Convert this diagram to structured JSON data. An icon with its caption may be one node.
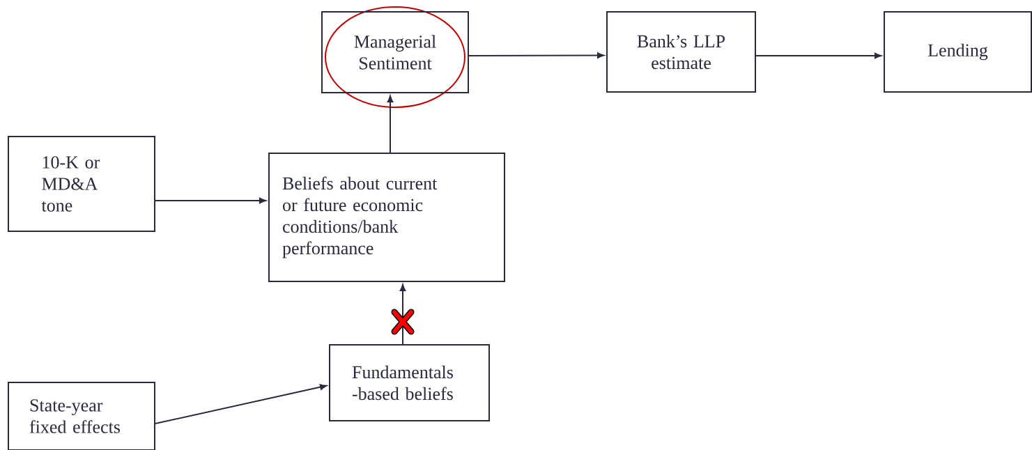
{
  "diagram": {
    "nodes": [
      {
        "text": [
          "Managerial Sentiment"
        ]
      },
      {
        "text": [
          "Bank’s LLP estimate"
        ]
      },
      {
        "text": [
          "Lending"
        ]
      },
      {
        "text": [
          "10-K or MD&A tone"
        ]
      },
      {
        "text": [
          "Beliefs about current or future economic conditions/bank performance"
        ]
      },
      {
        "text": [
          "Fundamentals -based beliefs"
        ]
      },
      {
        "text": [
          "State-year fixed effects"
        ]
      }
    ],
    "edges": [
      {
        "from": 0,
        "to": 1,
        "arrow": "to"
      },
      {
        "from": 1,
        "to": 2,
        "arrow": "to"
      },
      {
        "from": 3,
        "to": 4,
        "arrow": "to"
      },
      {
        "from": 4,
        "to": 0,
        "arrow": "to"
      },
      {
        "from": 5,
        "to": 4,
        "arrow": "to"
      },
      {
        "from": 6,
        "to": 5,
        "arrow": "to"
      }
    ]
  }
}
